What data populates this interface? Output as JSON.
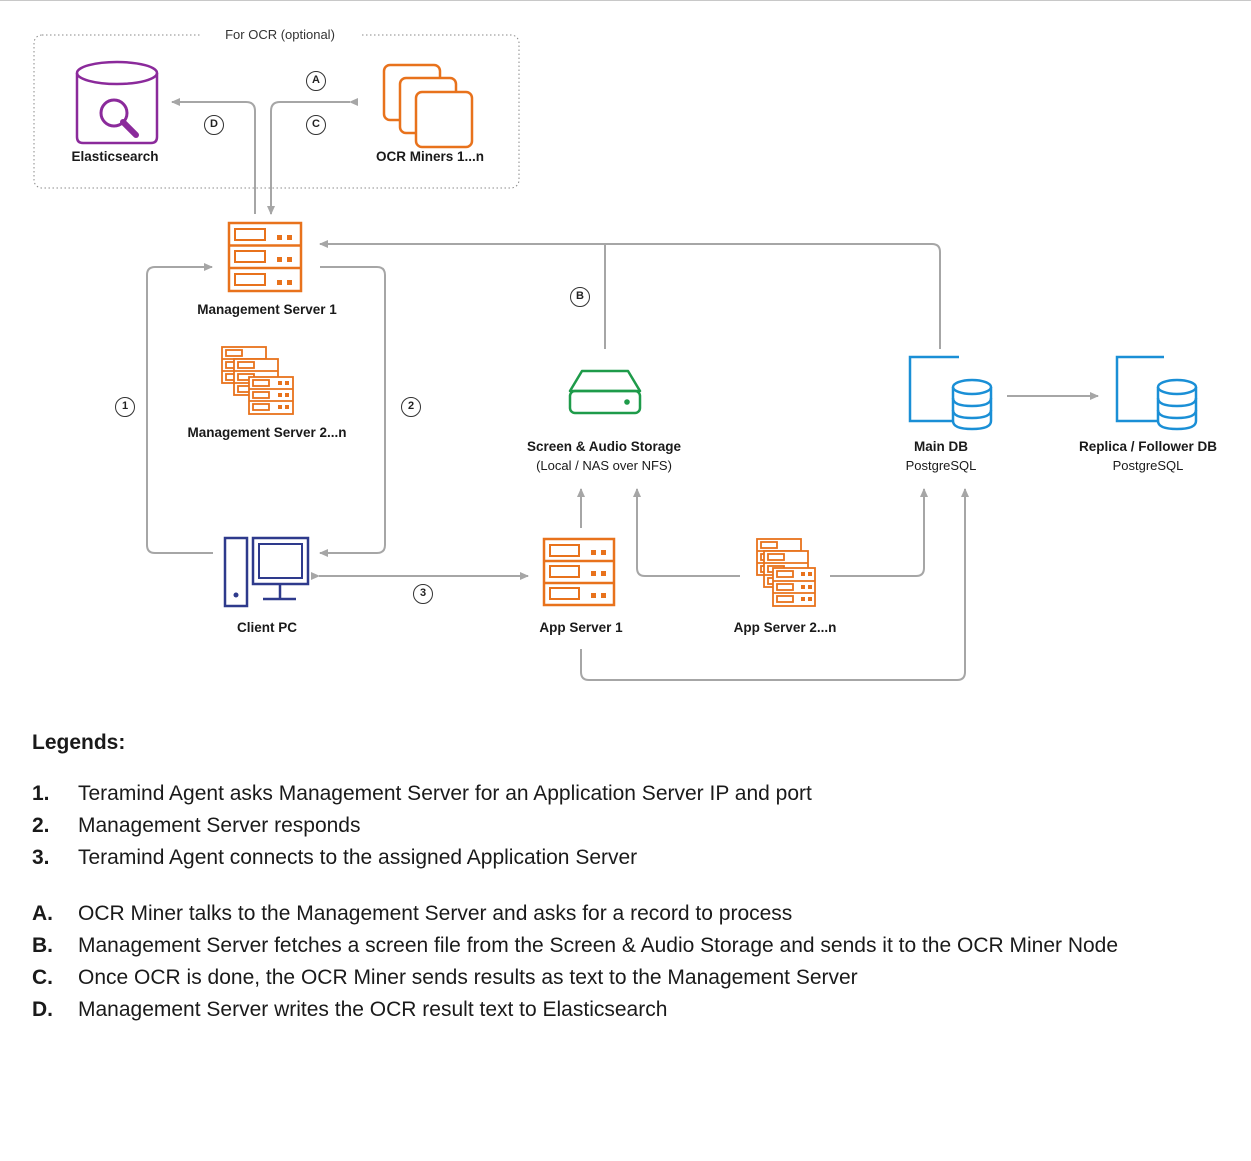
{
  "diagram": {
    "group_title": "For OCR (optional)",
    "nodes": {
      "elasticsearch": {
        "label": "Elasticsearch",
        "icon": "search-database-icon"
      },
      "ocr_miners": {
        "label": "OCR Miners 1...n",
        "icon": "stacked-windows-icon"
      },
      "management_server_1": {
        "label": "Management Server 1",
        "icon": "server-icon"
      },
      "management_server_2n": {
        "label": "Management Server 2...n",
        "icon": "server-cluster-icon"
      },
      "storage": {
        "label": "Screen & Audio Storage",
        "sublabel": "(Local / NAS over NFS)",
        "icon": "storage-drive-icon"
      },
      "main_db": {
        "label": "Main DB",
        "sublabel": "PostgreSQL",
        "icon": "database-icon"
      },
      "replica_db": {
        "label": "Replica / Follower DB",
        "sublabel": "PostgreSQL",
        "icon": "database-icon"
      },
      "client_pc": {
        "label": "Client PC",
        "icon": "desktop-computer-icon"
      },
      "app_server_1": {
        "label": "App Server 1",
        "icon": "server-icon"
      },
      "app_server_2n": {
        "label": "App Server 2...n",
        "icon": "server-cluster-icon"
      }
    },
    "badges": {
      "a": "A",
      "b": "B",
      "c": "C",
      "d": "D",
      "n1": "1",
      "n2": "2",
      "n3": "3"
    },
    "colors": {
      "orange": "#e8721c",
      "purple": "#8b2a9b",
      "green": "#1e9b4a",
      "blue": "#1a8fd6",
      "navy": "#2e3a8c",
      "arrow": "#a6a6a6"
    }
  },
  "legend": {
    "title": "Legends:",
    "numbered": [
      {
        "key": "1.",
        "text": "Teramind Agent asks Management Server for an Application Server IP and port"
      },
      {
        "key": "2.",
        "text": "Management Server responds"
      },
      {
        "key": "3.",
        "text": "Teramind Agent connects to the assigned Application Server"
      }
    ],
    "lettered": [
      {
        "key": "A.",
        "text": "OCR Miner talks to the Management Server and asks for a record to process"
      },
      {
        "key": "B.",
        "text": "Management Server fetches a screen file from the Screen & Audio Storage and sends it to the OCR Miner Node"
      },
      {
        "key": "C.",
        "text": "Once OCR is done, the OCR Miner sends results as text to the Management Server"
      },
      {
        "key": "D.",
        "text": "Management Server writes the OCR result text to Elasticsearch"
      }
    ]
  }
}
